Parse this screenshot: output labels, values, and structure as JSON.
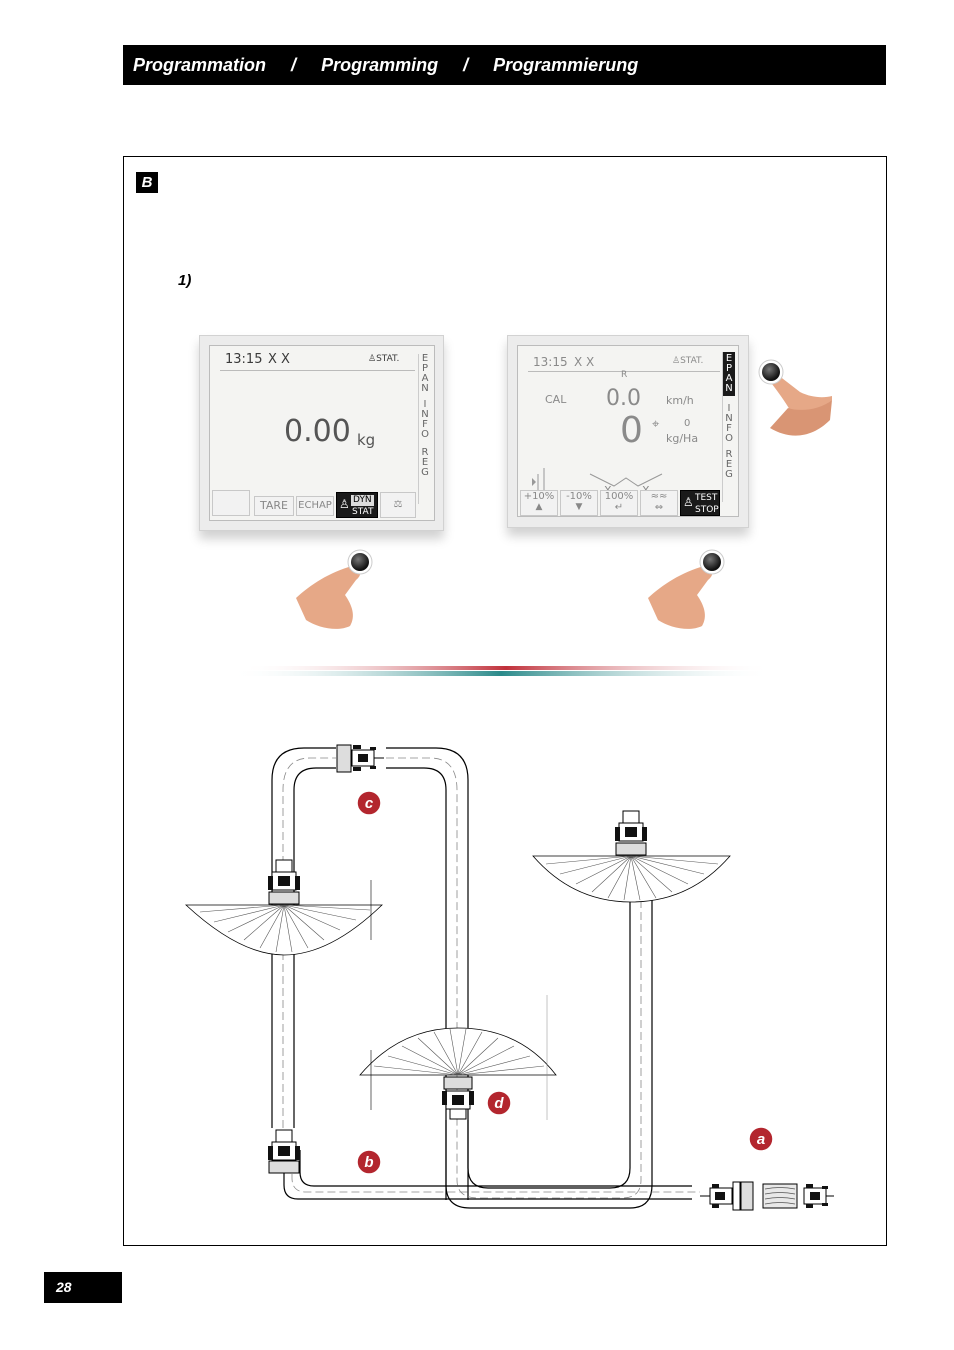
{
  "header": {
    "title_fr": "Programmation",
    "separator": "/",
    "title_en": "Programming",
    "title_de": "Programmierung"
  },
  "section": {
    "badge": "B"
  },
  "step": {
    "number": "1)"
  },
  "screen_left": {
    "time": "13:15",
    "marks": "X X",
    "status": "STAT.",
    "value": "0.00",
    "unit": "kg",
    "tabs": [
      "E",
      "P",
      "A",
      "N",
      "I",
      "N",
      "F",
      "O",
      "R",
      "E",
      "G"
    ],
    "softkeys": [
      "TARE",
      "ECHAP"
    ],
    "dyn": "DYN",
    "stat": "STAT"
  },
  "screen_right": {
    "time": "13:15",
    "marks": "X X",
    "status": "STAT.",
    "letter": "R",
    "cal": "CAL",
    "speed": "0.0",
    "speed_unit": "km/h",
    "dose": "0",
    "dose_sub": "0",
    "dose_unit": "kg/Ha",
    "tabs": [
      "E",
      "P",
      "A",
      "N",
      "I",
      "N",
      "F",
      "O",
      "R",
      "E",
      "G"
    ],
    "softkeys": [
      "+10%",
      "-10%",
      "100%"
    ],
    "test": "TEST",
    "stop": "STOP",
    "x_marks": [
      "X",
      "X"
    ]
  },
  "diagram_labels": {
    "a": "a",
    "b": "b",
    "c": "c",
    "d": "d"
  },
  "footer": {
    "page_number": "28"
  },
  "colors": {
    "label_red": "#b3262e",
    "accent_teal": "#2a8a8a",
    "accent_red": "#c0303a"
  }
}
